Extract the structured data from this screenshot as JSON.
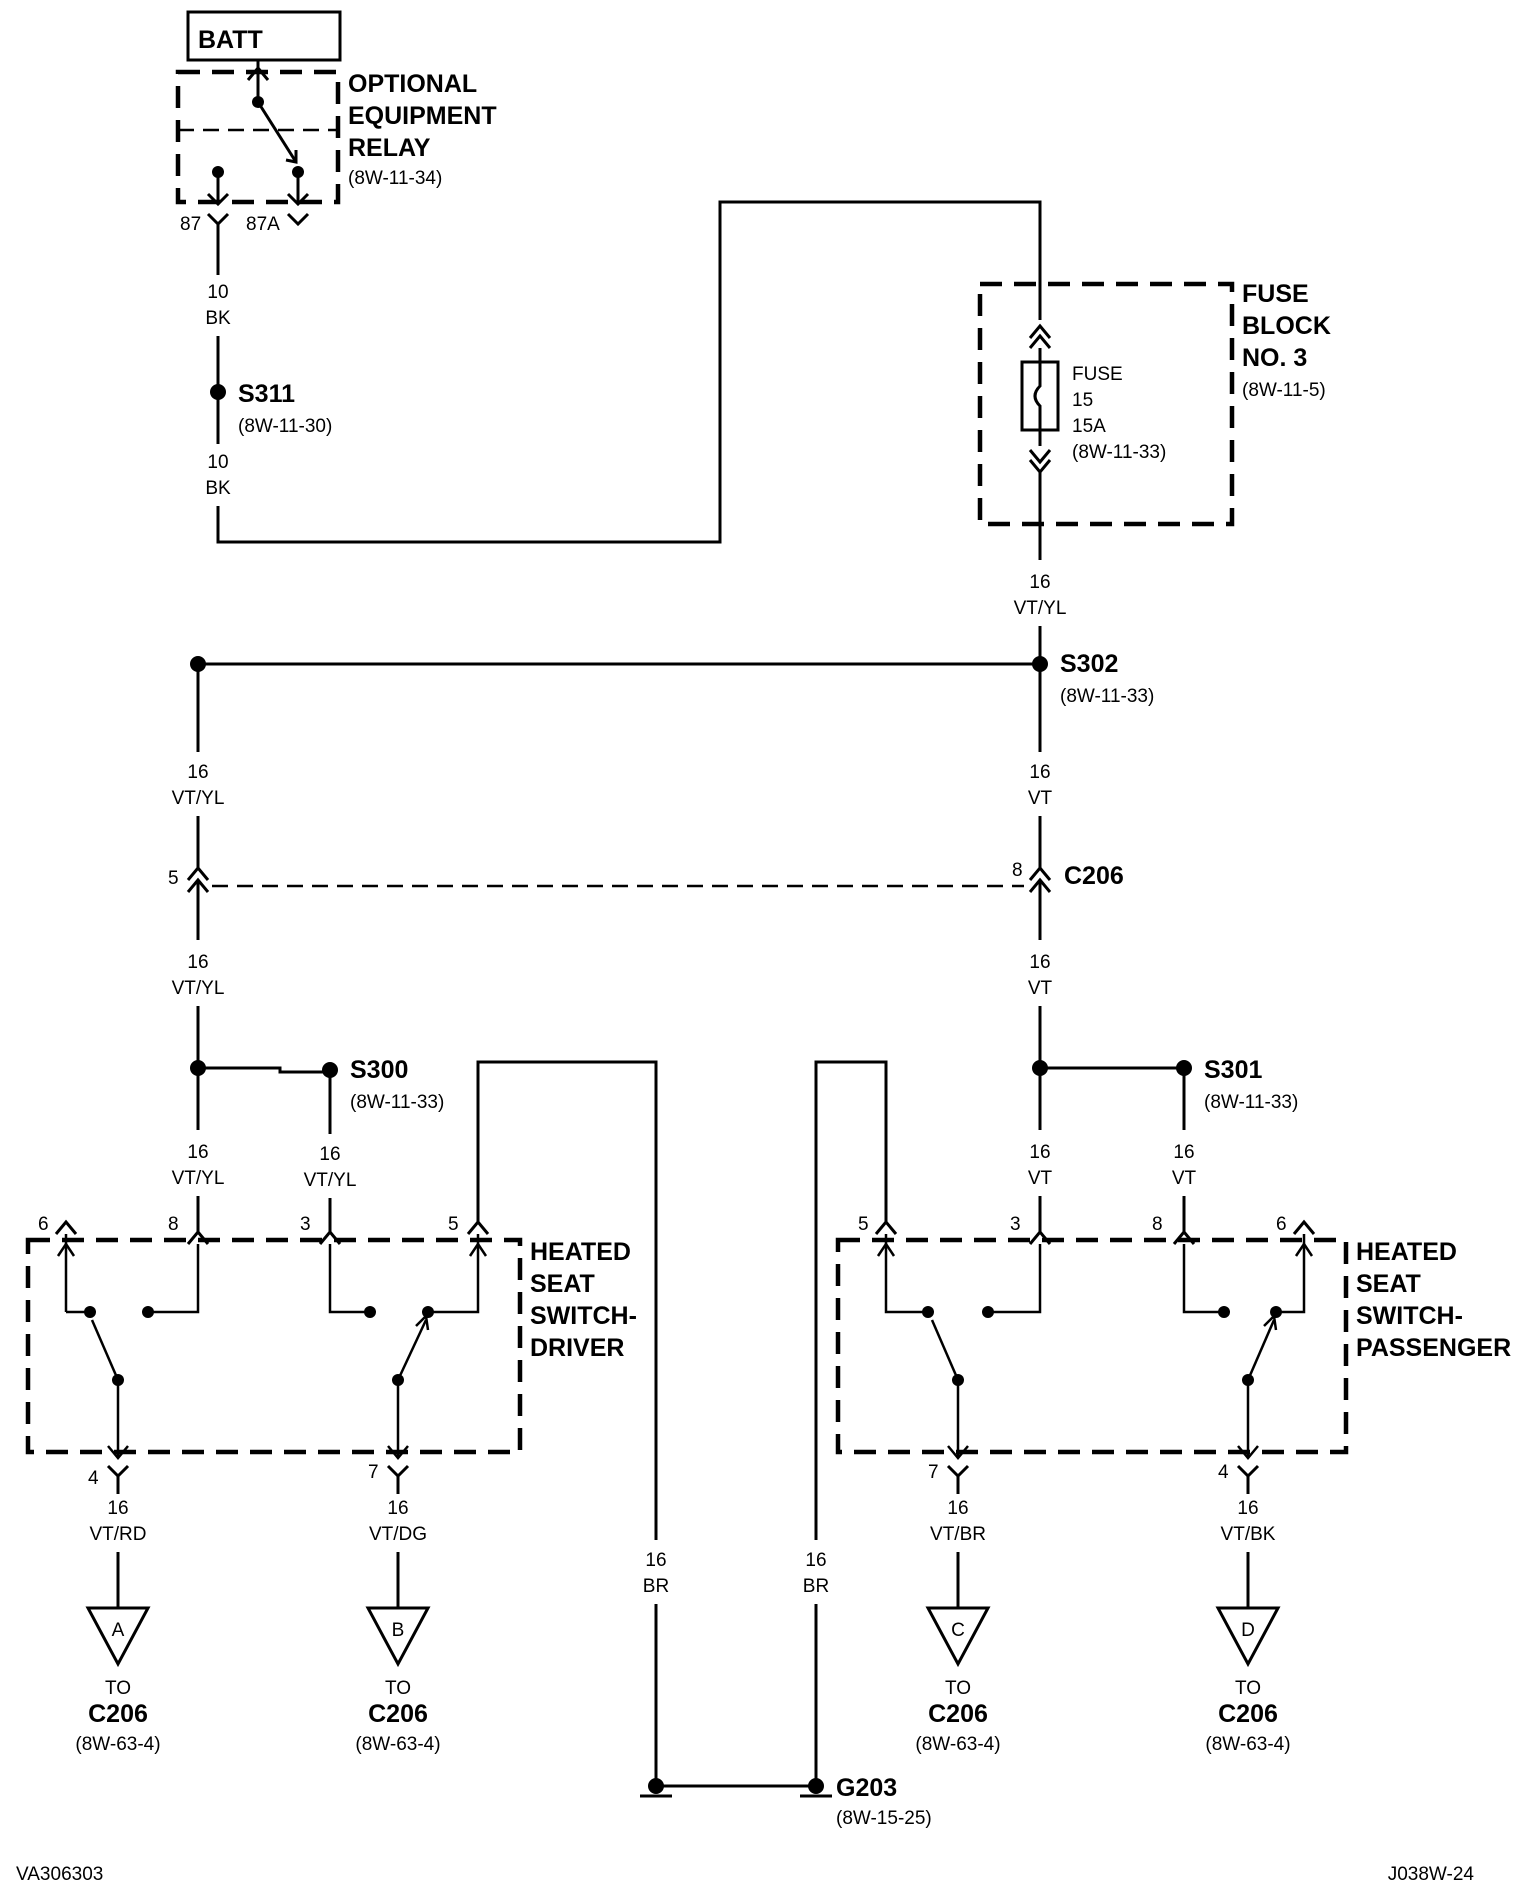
{
  "batt": "BATT",
  "relay": {
    "l1": "OPTIONAL",
    "l2": "EQUIPMENT",
    "l3": "RELAY",
    "ref": "(8W-11-34)",
    "pin87": "87",
    "pin87a": "87A"
  },
  "w_relay_s311": {
    "gauge": "10",
    "color": "BK"
  },
  "s311": {
    "name": "S311",
    "ref": "(8W-11-30)"
  },
  "w_s311_fuse": {
    "gauge": "10",
    "color": "BK"
  },
  "fuse_block": {
    "l1": "FUSE",
    "l2": "BLOCK",
    "l3": "NO. 3",
    "ref": "(8W-11-5)"
  },
  "fuse": {
    "l1": "FUSE",
    "l2": "15",
    "l3": "15A",
    "ref": "(8W-11-33)"
  },
  "w_fuse_s302": {
    "gauge": "16",
    "color": "VT/YL"
  },
  "s302": {
    "name": "S302",
    "ref": "(8W-11-33)"
  },
  "w_left_upper": {
    "gauge": "16",
    "color": "VT/YL"
  },
  "w_right_upper": {
    "gauge": "16",
    "color": "VT"
  },
  "c206": {
    "name": "C206",
    "pin_left": "5",
    "pin_right": "8"
  },
  "w_left_lower": {
    "gauge": "16",
    "color": "VT/YL"
  },
  "w_right_lower": {
    "gauge": "16",
    "color": "VT"
  },
  "s300": {
    "name": "S300",
    "ref": "(8W-11-33)"
  },
  "s301": {
    "name": "S301",
    "ref": "(8W-11-33)"
  },
  "w_drv_pin8": {
    "gauge": "16",
    "color": "VT/YL"
  },
  "w_drv_pin3": {
    "gauge": "16",
    "color": "VT/YL"
  },
  "w_pas_pin3": {
    "gauge": "16",
    "color": "VT"
  },
  "w_pas_pin8": {
    "gauge": "16",
    "color": "VT"
  },
  "driver_switch": {
    "l1": "HEATED",
    "l2": "SEAT",
    "l3": "SWITCH-",
    "l4": "DRIVER",
    "pin6": "6",
    "pin8": "8",
    "pin3": "3",
    "pin5": "5",
    "pin4": "4",
    "pin7": "7"
  },
  "passenger_switch": {
    "l1": "HEATED",
    "l2": "SEAT",
    "l3": "SWITCH-",
    "l4": "PASSENGER",
    "pin5": "5",
    "pin3": "3",
    "pin8": "8",
    "pin6": "6",
    "pin7": "7",
    "pin4": "4"
  },
  "w_drv_pin4": {
    "gauge": "16",
    "color": "VT/RD"
  },
  "w_drv_pin7": {
    "gauge": "16",
    "color": "VT/DG"
  },
  "w_pas_pin7": {
    "gauge": "16",
    "color": "VT/BR"
  },
  "w_pas_pin4": {
    "gauge": "16",
    "color": "VT/BK"
  },
  "w_ground_left": {
    "gauge": "16",
    "color": "BR"
  },
  "w_ground_right": {
    "gauge": "16",
    "color": "BR"
  },
  "offpage": [
    {
      "letter": "A",
      "to": "TO",
      "conn": "C206",
      "ref": "(8W-63-4)"
    },
    {
      "letter": "B",
      "to": "TO",
      "conn": "C206",
      "ref": "(8W-63-4)"
    },
    {
      "letter": "C",
      "to": "TO",
      "conn": "C206",
      "ref": "(8W-63-4)"
    },
    {
      "letter": "D",
      "to": "TO",
      "conn": "C206",
      "ref": "(8W-63-4)"
    }
  ],
  "g203": {
    "name": "G203",
    "ref": "(8W-15-25)"
  },
  "footer": {
    "left": "VA306303",
    "right": "J038W-24"
  }
}
